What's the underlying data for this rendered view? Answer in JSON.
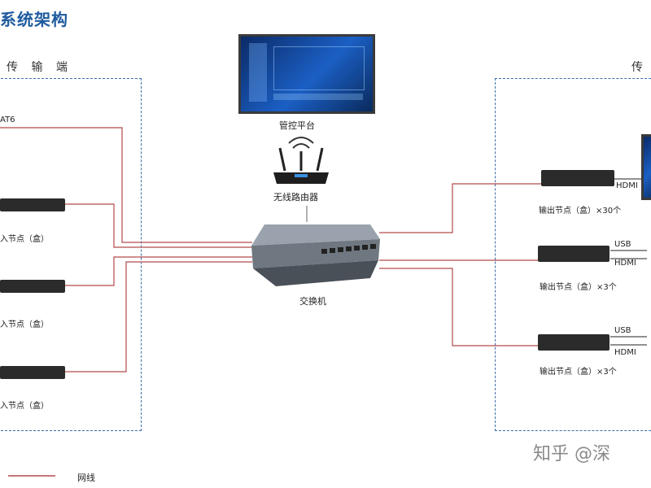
{
  "title": "系统架构",
  "zones": {
    "left_label": "传 输 端",
    "right_label": "传"
  },
  "cable_top_left": "AT6",
  "platform_label": "管控平台",
  "router_label": "无线路由器",
  "switch_label": "交换机",
  "input_node_label": "入节点（盒）",
  "outputs": [
    {
      "label": "输出节点（盒）×30个",
      "ports": [
        "HDMI"
      ]
    },
    {
      "label": "输出节点（盒）×3个",
      "ports": [
        "USB",
        "HDMI"
      ]
    },
    {
      "label": "输出节点（盒）×3个",
      "ports": [
        "USB",
        "HDMI"
      ]
    }
  ],
  "legend": {
    "wire_label": "网线",
    "wire_color": "#b44a4a"
  },
  "watermark": "知乎 @深"
}
